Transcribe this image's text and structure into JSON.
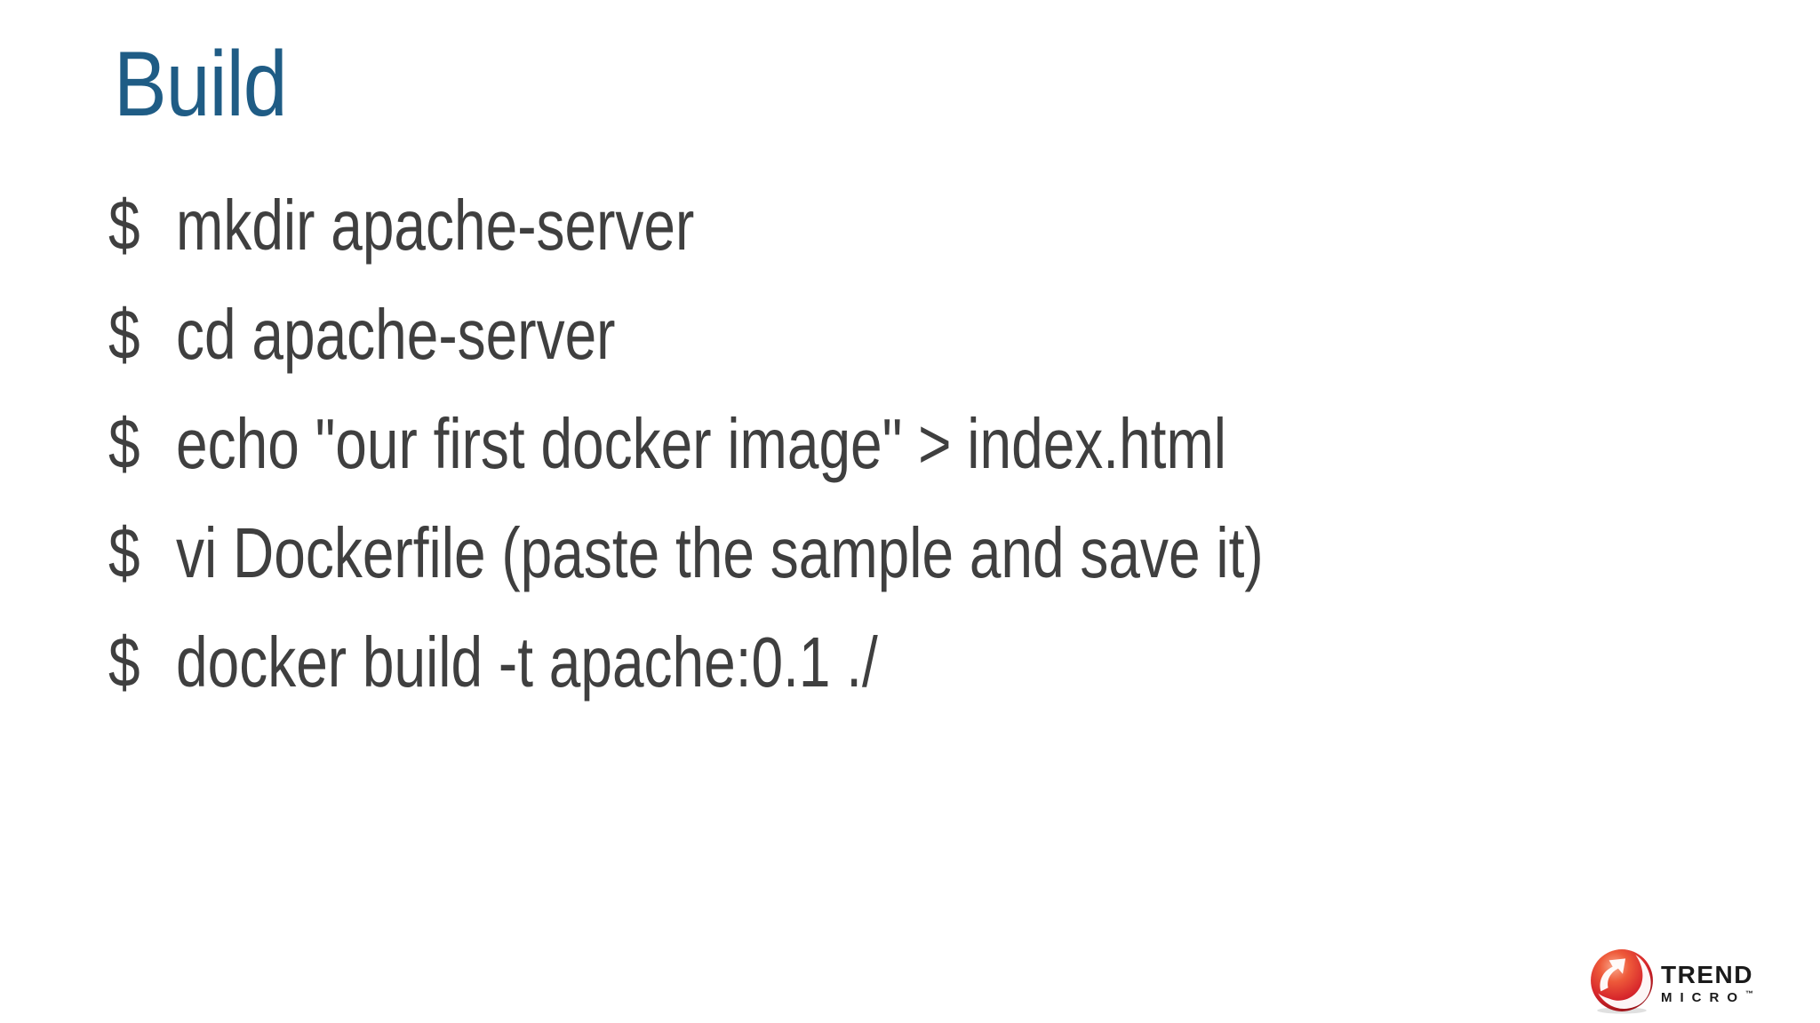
{
  "slide": {
    "title": "Build",
    "terminal_lines": [
      {
        "prompt": "$",
        "command": "mkdir apache-server"
      },
      {
        "prompt": "$",
        "command": "cd apache-server"
      },
      {
        "prompt": "$",
        "command": "echo \"our first docker image\" > index.html"
      },
      {
        "prompt": "$",
        "command": "vi Dockerfile (paste the sample and save it)"
      },
      {
        "prompt": "$",
        "command": "docker build -t apache:0.1 ./"
      }
    ]
  },
  "footer_logo": {
    "icon": "trend-micro-ball-icon",
    "line1": "TREND",
    "line2": "MICRO",
    "trademark": "™"
  },
  "colors": {
    "background": "#ffffff",
    "title_blue": "#1f5c85",
    "command_gray": "#3f3f3f",
    "logo_red": "#d2232a",
    "logo_text_black": "#1a1a1a"
  }
}
